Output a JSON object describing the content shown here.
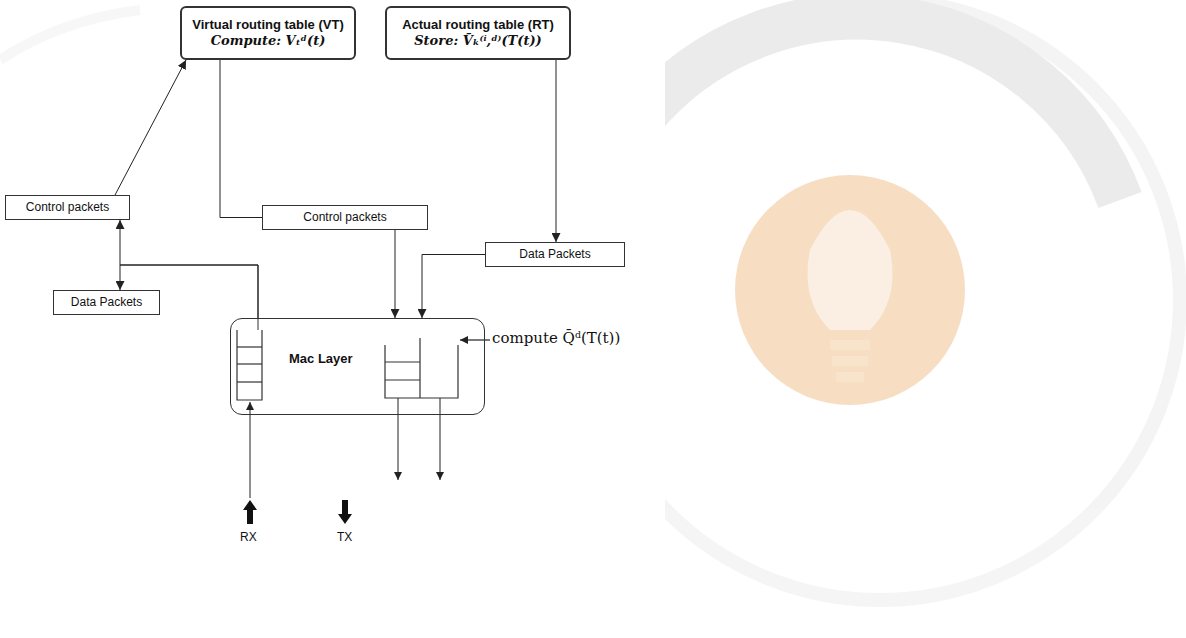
{
  "diagram": {
    "nodes": [
      {
        "text": [
          "Virtual routing table (VT)",
          "Compute: Vₜᵈ(t)"
        ]
      },
      {
        "text": [
          "Actual routing table (RT)",
          "Store: Ṽₖ⁽ⁱ,ᵈ⁾(T(t))"
        ]
      },
      {
        "text": [
          "Control packets"
        ]
      },
      {
        "text": [
          "Control packets"
        ]
      },
      {
        "text": [
          "Data Packets"
        ]
      },
      {
        "text": [
          "Data Packets"
        ]
      },
      {
        "text": [
          "Mac Layer"
        ]
      }
    ],
    "edges": [
      {
        "from": 2,
        "to": 0,
        "arrow": "to"
      },
      {
        "from": 0,
        "to": 3,
        "arrow": "none"
      },
      {
        "from": 3,
        "to": 6,
        "arrow": "to"
      },
      {
        "from": 1,
        "to": 4,
        "arrow": "to"
      },
      {
        "from": 4,
        "to": 6,
        "arrow": "to"
      },
      {
        "from": 6,
        "to": 2,
        "arrow": "to"
      },
      {
        "from": 6,
        "to": 5,
        "arrow": "to"
      }
    ],
    "labels": [
      "compute Q̄ᵈ(T(t))",
      "RX",
      "TX"
    ]
  }
}
